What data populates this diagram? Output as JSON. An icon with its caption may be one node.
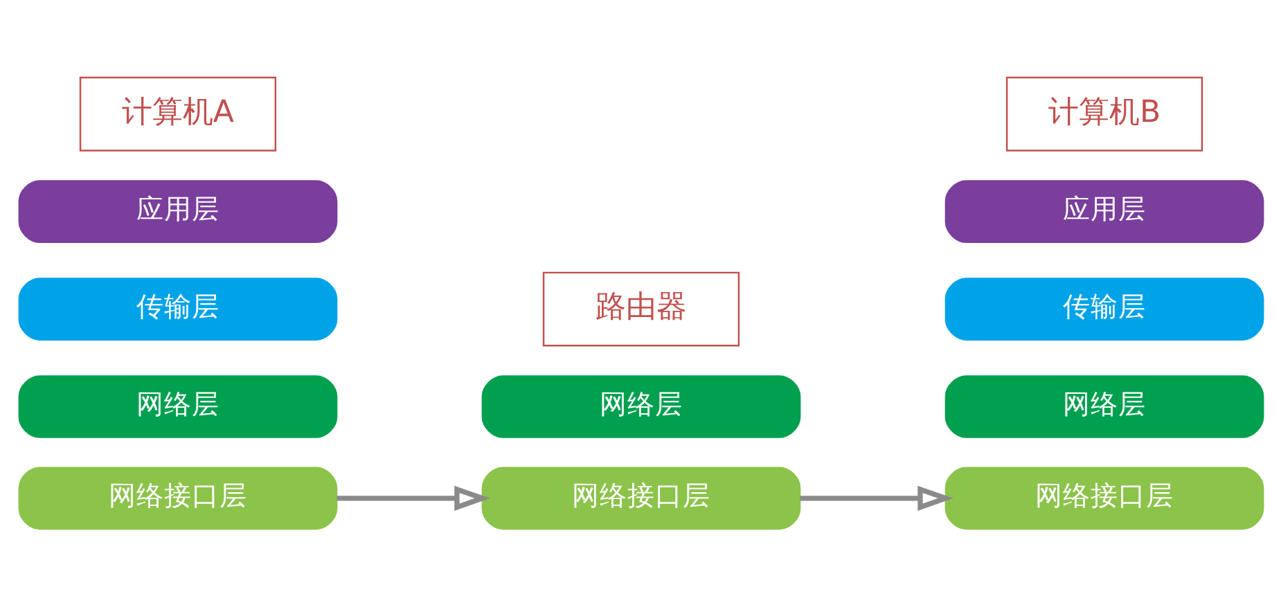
{
  "diagram": {
    "nodes": [
      {
        "text": [
          "计算机A"
        ]
      },
      {
        "text": [
          "应用层"
        ]
      },
      {
        "text": [
          "传输层"
        ]
      },
      {
        "text": [
          "网络层"
        ]
      },
      {
        "text": [
          "网络接口层"
        ]
      },
      {
        "text": [
          "路由器"
        ]
      },
      {
        "text": [
          "网络层"
        ]
      },
      {
        "text": [
          "网络接口层"
        ]
      },
      {
        "text": [
          "计算机B"
        ]
      },
      {
        "text": [
          "应用层"
        ]
      },
      {
        "text": [
          "传输层"
        ]
      },
      {
        "text": [
          "网络层"
        ]
      },
      {
        "text": [
          "网络接口层"
        ]
      }
    ],
    "edges": [
      {
        "from": 4,
        "to": 7,
        "arrow": "to"
      },
      {
        "from": 7,
        "to": 12,
        "arrow": "to"
      }
    ]
  }
}
